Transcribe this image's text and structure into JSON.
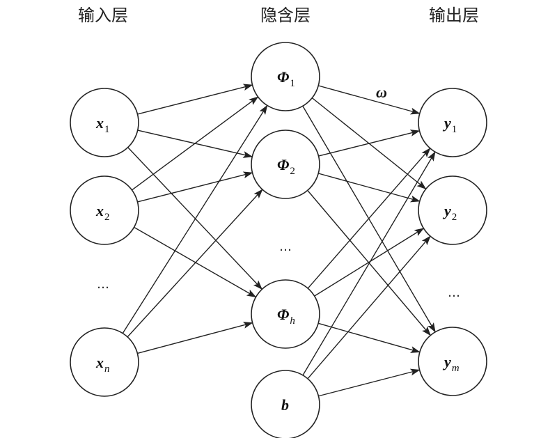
{
  "layers": {
    "input_title": "输入层",
    "hidden_title": "隐含层",
    "output_title": "输出层"
  },
  "input_nodes": [
    {
      "id": "x1",
      "main": "x",
      "sub": "1"
    },
    {
      "id": "x2",
      "main": "x",
      "sub": "2"
    },
    {
      "id": "xn",
      "main": "x",
      "sub": "n"
    }
  ],
  "hidden_nodes": [
    {
      "id": "phi1",
      "main": "Φ",
      "sub": "1"
    },
    {
      "id": "phi2",
      "main": "Φ",
      "sub": "2"
    },
    {
      "id": "phih",
      "main": "Φ",
      "sub": "h"
    },
    {
      "id": "b",
      "main": "b",
      "sub": ""
    }
  ],
  "output_nodes": [
    {
      "id": "y1",
      "main": "y",
      "sub": "1"
    },
    {
      "id": "y2",
      "main": "y",
      "sub": "2"
    },
    {
      "id": "ym",
      "main": "y",
      "sub": "m"
    }
  ],
  "ellipsis": "…",
  "weight_label": "ω",
  "colors": {
    "stroke": "#222222",
    "background": "#ffffff"
  }
}
